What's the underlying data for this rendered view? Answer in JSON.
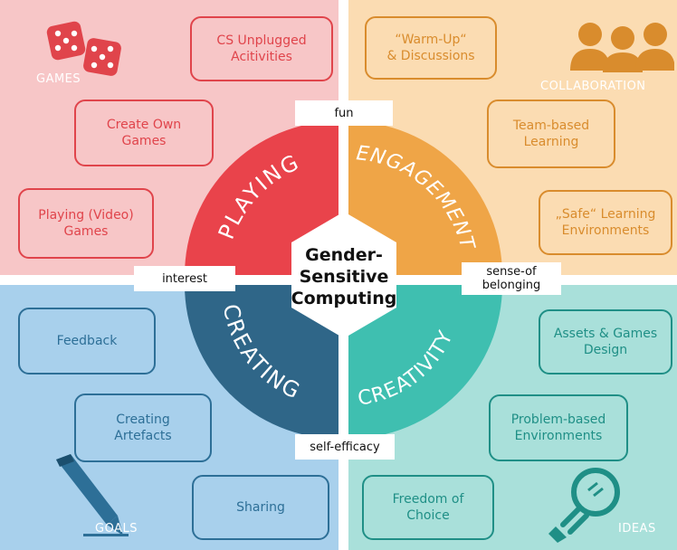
{
  "center": {
    "title": "Gender-\nSensitive\nComputing"
  },
  "ring": {
    "playing": "PLAYING",
    "engagement": "ENGAGEMENT",
    "creating": "CREATING",
    "creativity": "CREATIVITY"
  },
  "tags": {
    "fun": "fun",
    "interest": "interest",
    "sense_of_belonging": "sense-of\nbelonging",
    "self_efficacy": "self-efficacy"
  },
  "quadrants": {
    "games": {
      "label": "GAMES",
      "color": "#e0444b",
      "icon": "dice-icon",
      "items": [
        "CS Unplugged\nAcitivities",
        "Create Own\nGames",
        "Playing (Video)\nGames"
      ]
    },
    "collaboration": {
      "label": "COLLABORATION",
      "color": "#d98c2d",
      "icon": "people-icon",
      "items": [
        "“Warm-Up“\n& Discussions",
        "Team-based\nLearning",
        "„Safe“ Learning\nEnvironments"
      ]
    },
    "goals": {
      "label": "GOALS",
      "color": "#2d6f97",
      "icon": "pencil-icon",
      "items": [
        "Feedback",
        "Creating\nArtefacts",
        "Sharing"
      ]
    },
    "ideas": {
      "label": "IDEAS",
      "color": "#1f8f86",
      "icon": "lightbulb-icon",
      "items": [
        "Assets & Games\nDesign",
        "Problem-based\nEnvironments",
        "Freedom of\nChoice"
      ]
    }
  }
}
